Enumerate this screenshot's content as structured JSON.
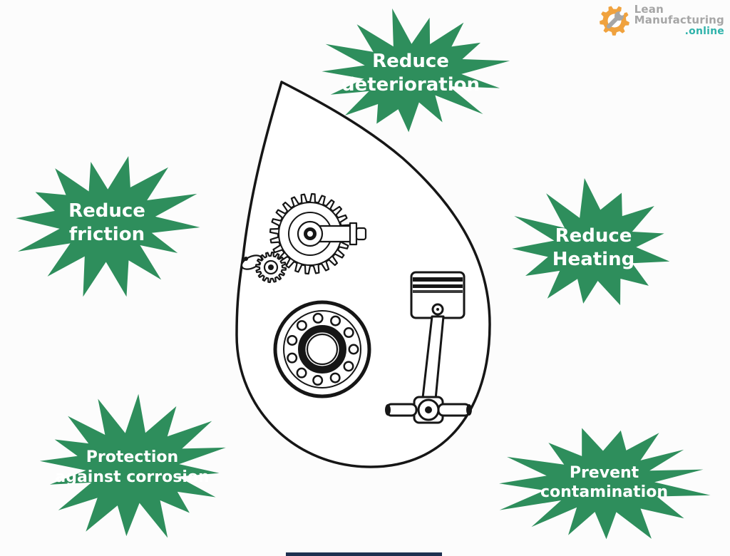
{
  "logo": {
    "line1": "Lean",
    "line2": "Manufacturing",
    "line3": ".online",
    "gray": "#a6a6a6",
    "teal": "#2fb3ab",
    "orange": "#f0a23e"
  },
  "bursts": [
    {
      "label": "Reduce deterioration"
    },
    {
      "label": "Reduce friction"
    },
    {
      "label": "Reduce Heating"
    },
    {
      "label": "Protection against corrosion"
    },
    {
      "label": "Prevent contamination"
    }
  ],
  "drop_icons": [
    "gear-icon",
    "ball-bearing-icon",
    "piston-icon"
  ],
  "colors": {
    "burst_green": "#2e8e5c",
    "burst_text": "#ffffff",
    "ink": "#161616",
    "background": "#fcfcfc",
    "bottom_strip": "#1d3050"
  }
}
